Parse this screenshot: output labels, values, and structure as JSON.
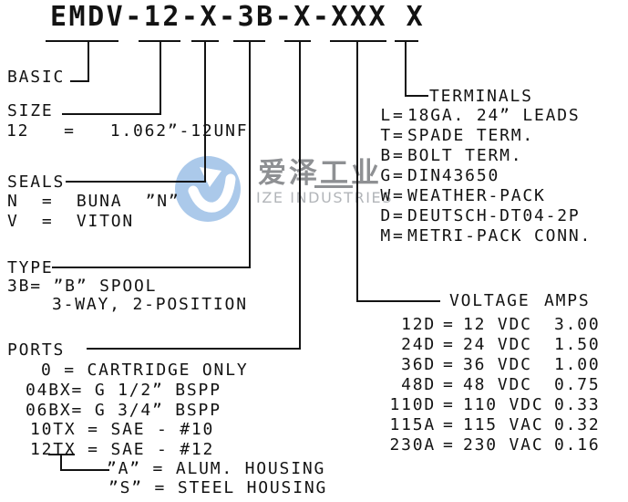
{
  "title": "EMDV-12-X-3B-X-XXX X",
  "glyphs": {
    "eq": "="
  },
  "basic": {
    "label": "BASIC"
  },
  "size": {
    "label": "SIZE",
    "value": "12   =   1.062”-12UNF"
  },
  "seals": {
    "label": "SEALS",
    "options": [
      "N  =  BUNA  ”N”",
      "V  =  VITON"
    ]
  },
  "spool_type": {
    "label": "TYPE",
    "line1": "3B= ”B” SPOOL",
    "line2": "3-WAY, 2-POSITION"
  },
  "ports": {
    "label": "PORTS",
    "options": [
      "0 = CARTRIDGE ONLY",
      "04BX= G 1/2” BSPP",
      "06BX= G 3/4” BSPP",
      "10TX = SAE - #10",
      "12TX = SAE - #12"
    ],
    "housing": [
      "”A” = ALUM. HOUSING",
      "”S” = STEEL HOUSING"
    ]
  },
  "terminals": {
    "label": "TERMINALS",
    "options": [
      {
        "code": "L",
        "desc": "18GA. 24” LEADS"
      },
      {
        "code": "T",
        "desc": "SPADE TERM."
      },
      {
        "code": "B",
        "desc": "BOLT TERM."
      },
      {
        "code": "G",
        "desc": "DIN43650"
      },
      {
        "code": "W",
        "desc": "WEATHER-PACK"
      },
      {
        "code": "D",
        "desc": "DEUTSCH-DT04-2P"
      },
      {
        "code": "M",
        "desc": "METRI-PACK CONN."
      }
    ]
  },
  "voltage": {
    "label": "VOLTAGE",
    "amps_label": "AMPS",
    "options": [
      {
        "code": "12D",
        "volts": "12 VDC",
        "amps": "3.00"
      },
      {
        "code": "24D",
        "volts": "24 VDC",
        "amps": "1.50"
      },
      {
        "code": "36D",
        "volts": "36 VDC",
        "amps": "1.00"
      },
      {
        "code": "48D",
        "volts": "48 VDC",
        "amps": "0.75"
      },
      {
        "code": "110D",
        "volts": "110 VDC",
        "amps": "0.33"
      },
      {
        "code": "115A",
        "volts": "115 VAC",
        "amps": "0.32"
      },
      {
        "code": "230A",
        "volts": "230 VAC",
        "amps": "0.16"
      }
    ]
  },
  "watermark": {
    "zh": "爱泽工业",
    "en": "IZE INDUSTRIES",
    "circle_color": "#abc9ea",
    "text_color": "#8e9093"
  }
}
